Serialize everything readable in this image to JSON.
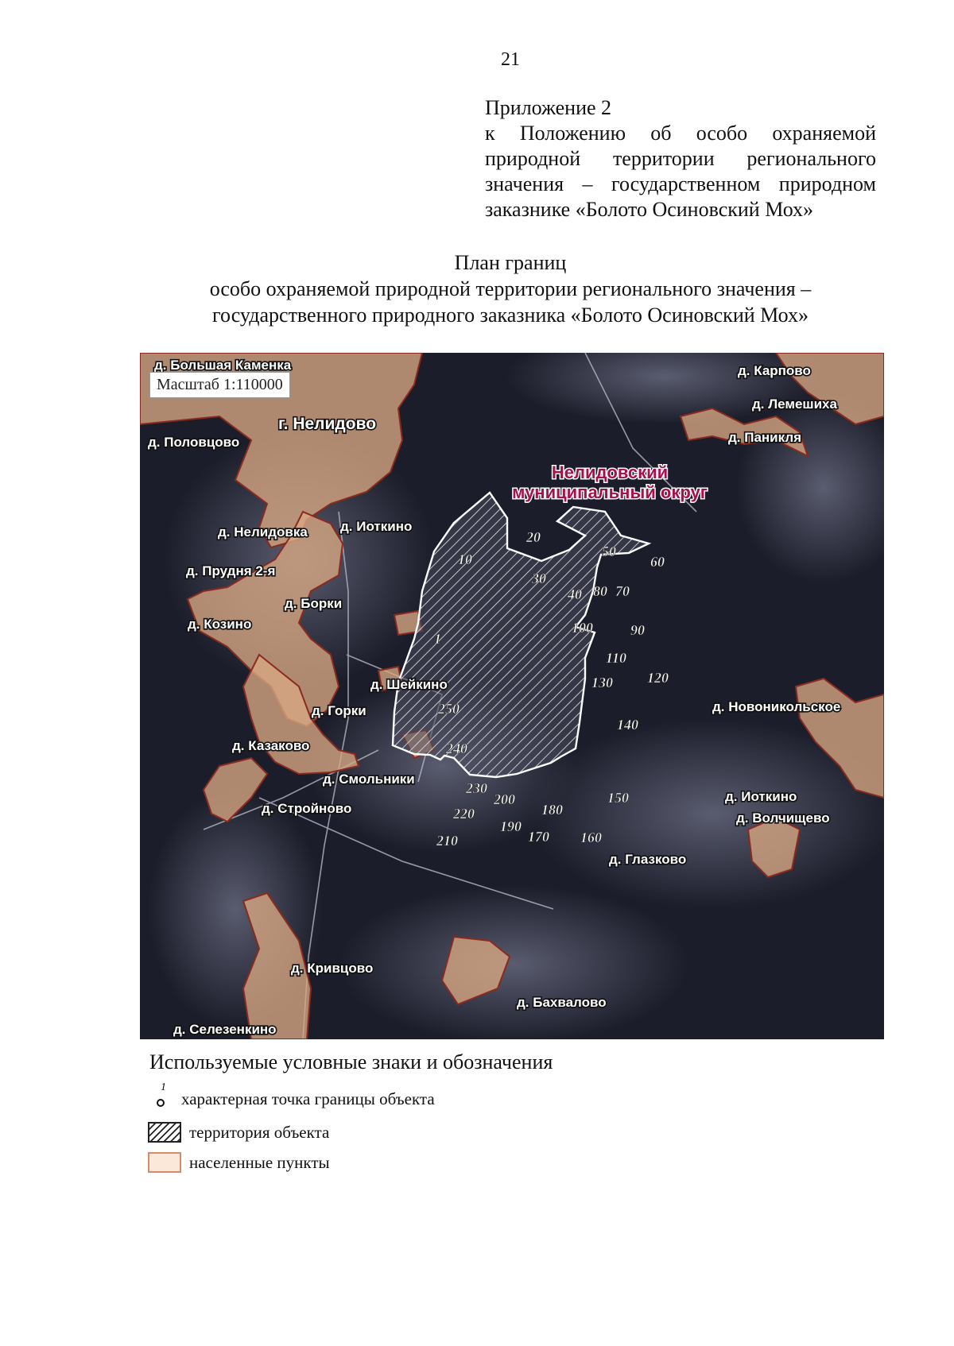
{
  "page_number": "21",
  "appendix": {
    "heading": "Приложение 2",
    "body": "к Положению об особо охраняемой природной территории регионального значения – государственном природном заказнике «Болото Осиновский Мох»"
  },
  "plan_title": {
    "line1": "План границ",
    "line2": "особо охраняемой природной территории регионального значения –",
    "line3": "государственного природного заказника «Болото Осиновский Мох»"
  },
  "map": {
    "scale": "Масштаб 1:110000",
    "district": {
      "line1": "Нелидовский",
      "line2": "муниципальный округ"
    },
    "settlements": [
      "д. Большая Каменка",
      "г. Нелидово",
      "д. Половцово",
      "д. Карпово",
      "д. Лемешиха",
      "д. Паникля",
      "д. Нелидовка",
      "д. Иоткино",
      "д. Прудня 2-я",
      "д. Борки",
      "д. Козино",
      "д. Шейкино",
      "д. Горки",
      "д. Казаково",
      "д. Смольники",
      "д. Стройново",
      "д. Новоникольское",
      "д. Иоткино",
      "д. Волчищево",
      "д. Глазково",
      "д. Кривцово",
      "д. Бахвалово",
      "д. Селезенкино"
    ],
    "boundary_points": [
      "1",
      "10",
      "20",
      "30",
      "40",
      "50",
      "60",
      "70",
      "80",
      "90",
      "100",
      "110",
      "120",
      "130",
      "140",
      "150",
      "160",
      "170",
      "180",
      "190",
      "200",
      "210",
      "220",
      "230",
      "240",
      "250"
    ],
    "colors": {
      "settlement_fill": "#d9a883",
      "settlement_border": "#8a2a1e",
      "district_text": "#a8104c",
      "boundary": "#ffffff",
      "map_background": "#1b1d2a"
    }
  },
  "legend": {
    "title": "Используемые условные знаки и обозначения",
    "point_number": "1",
    "point": "характерная точка границы объекта",
    "territory": "территория объекта",
    "settlements": "населенные пункты"
  }
}
